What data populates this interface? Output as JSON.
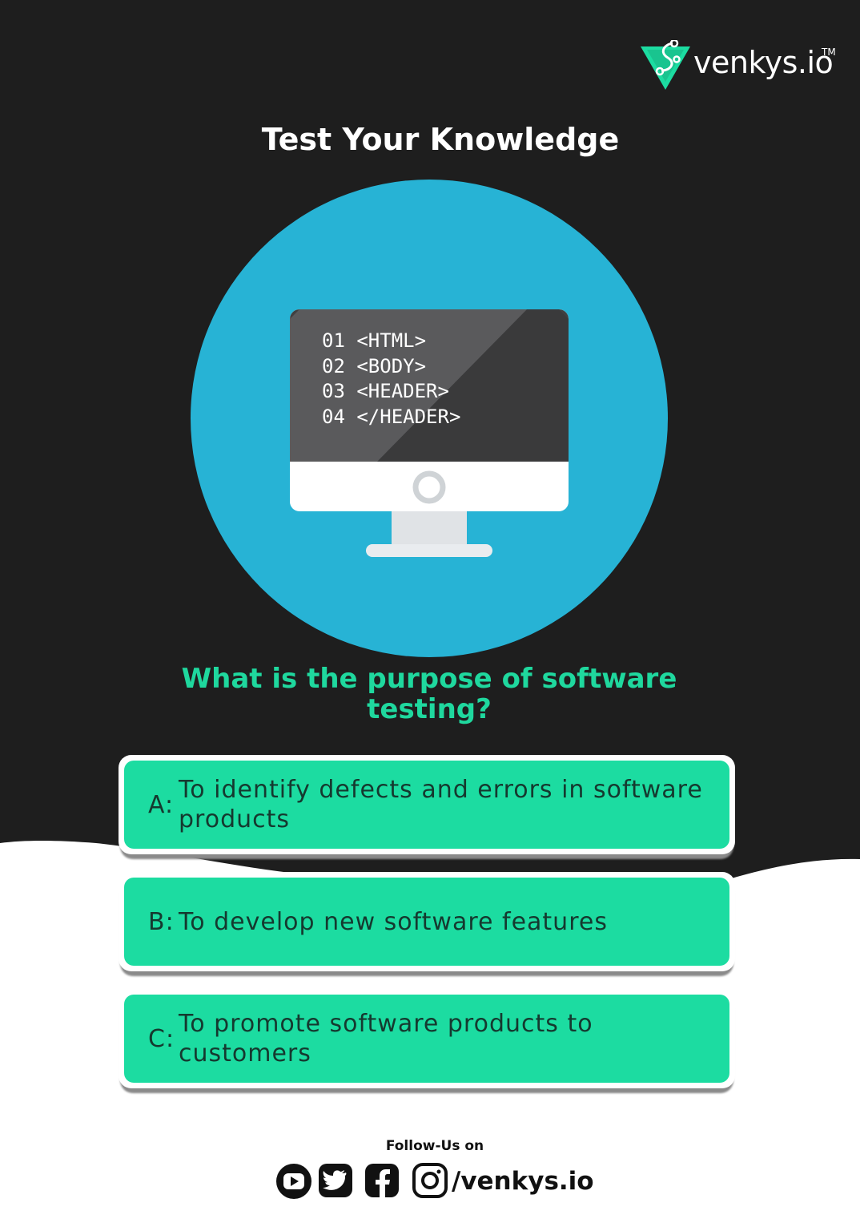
{
  "brand": {
    "name": "venkys.io",
    "trademark": "TM"
  },
  "title": "Test Your Knowledge",
  "illustration": {
    "code_lines": [
      "01 <HTML>",
      "02 <BODY>",
      "03 <HEADER>",
      "04 </HEADER>"
    ]
  },
  "question": "What is the purpose of software testing?",
  "options": [
    {
      "letter": "A:",
      "text": "To identify defects and errors in software products"
    },
    {
      "letter": "B:",
      "text": "To develop new software features"
    },
    {
      "letter": "C:",
      "text": "To promote software products to customers"
    }
  ],
  "footer": {
    "follow_label": "Follow-Us on",
    "handle": "/venkys.io",
    "icons": [
      "youtube-icon",
      "twitter-icon",
      "facebook-icon",
      "instagram-icon"
    ]
  },
  "colors": {
    "background_dark": "#1e1e1e",
    "accent_green": "#1cdca1",
    "circle_blue": "#27b3d5",
    "white": "#ffffff"
  }
}
